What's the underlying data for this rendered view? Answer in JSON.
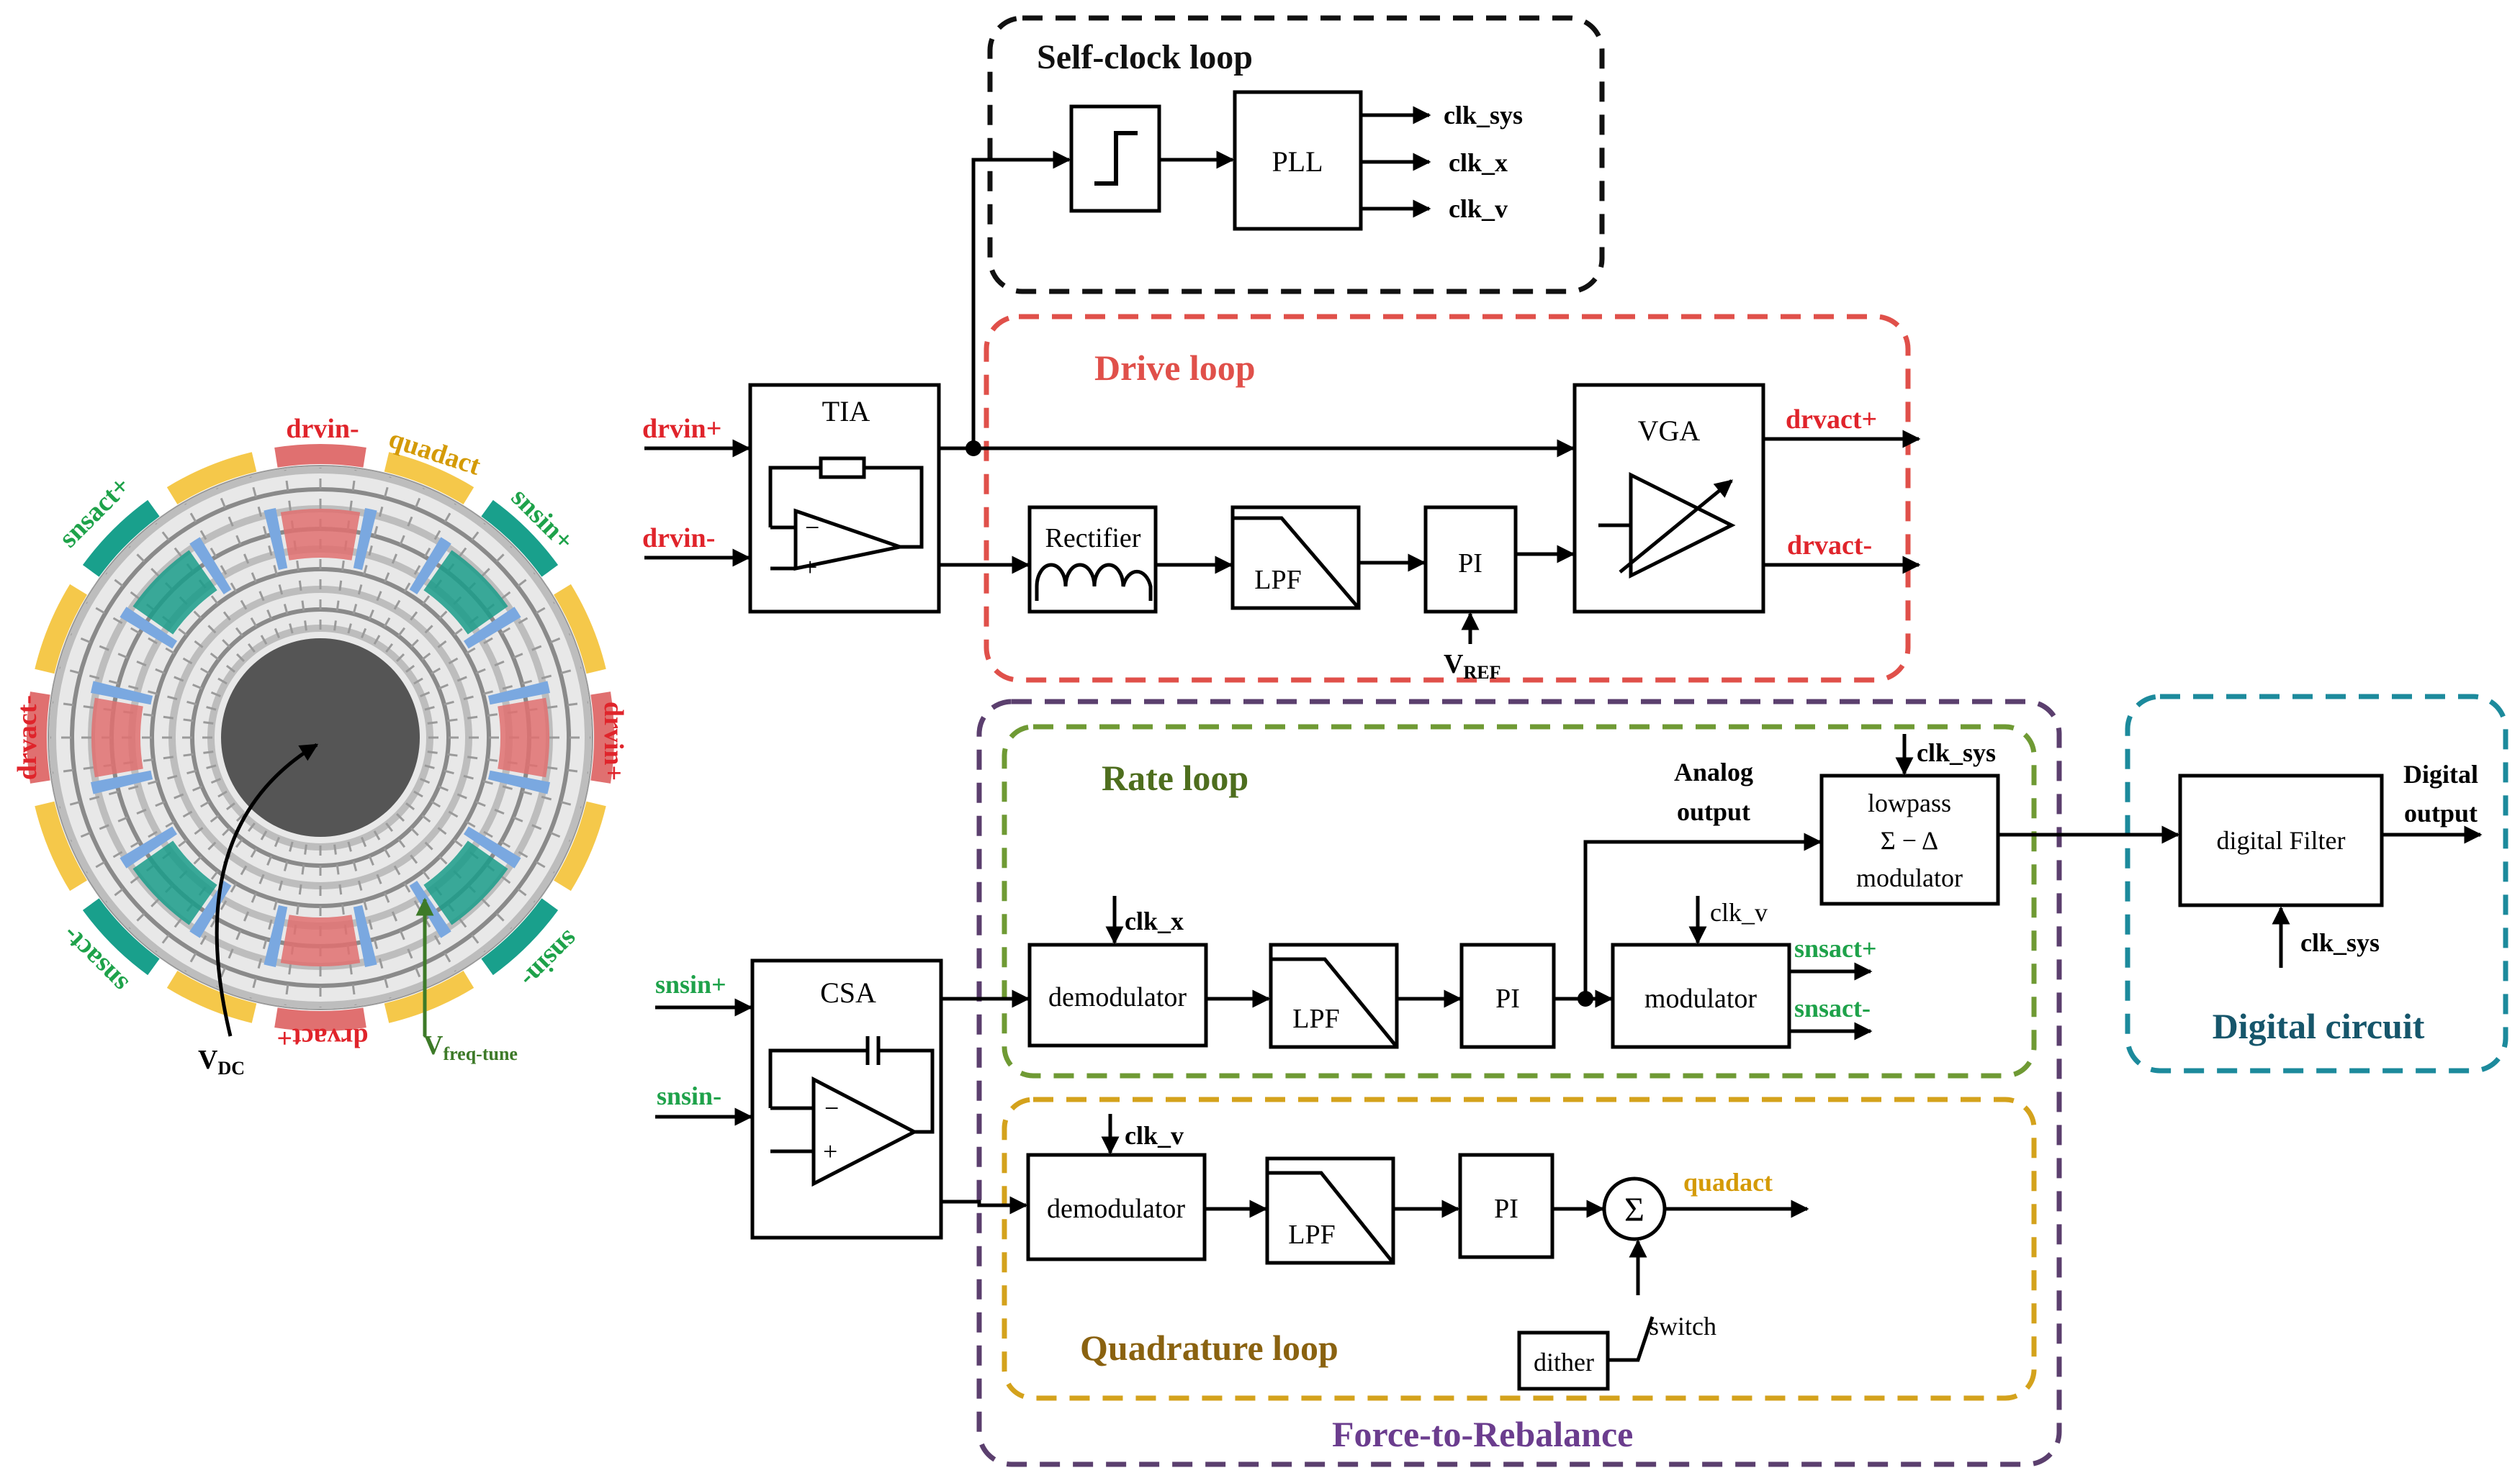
{
  "colors": {
    "drv": "#e0242b",
    "sns": "#1ea24a",
    "quad": "#d49a06",
    "rate_title": "#4e6e1e",
    "rate_box": "#6f9a34",
    "quad_box": "#d4a21c",
    "quad_title": "#8a6210",
    "ftr": "#6b3d8e",
    "ftr_box": "#5b3f6e",
    "digital": "#1c8a9c",
    "digital_title": "#16566b",
    "drive_box": "#e0504a",
    "vfreq": "#3d7a28"
  },
  "gyro": {
    "labels": {
      "drvin_top": "drvin-",
      "quadact": "quadact",
      "snsin_plus": "snsin+",
      "drvin_plus": "drvin+",
      "snsin_minus": "snsin-",
      "drvact_plus": "drvact+",
      "snsact_minus": "snsact-",
      "drvact_minus": "drvact-",
      "snsact_plus": "snsact+"
    },
    "vdc": {
      "main": "V",
      "sub": "DC"
    },
    "vfreq": {
      "main": "V",
      "sub": "freq-tune"
    }
  },
  "self_clock": {
    "title": "Self-clock loop",
    "pll": "PLL",
    "outputs": [
      "clk_sys",
      "clk_x",
      "clk_v"
    ]
  },
  "drive": {
    "title": "Drive loop",
    "tia": "TIA",
    "rectifier": "Rectifier",
    "lpf": "LPF",
    "pi": "PI",
    "vref": {
      "main": "V",
      "sub": "REF"
    },
    "vga": "VGA",
    "inputs": [
      "drvin+",
      "drvin-"
    ],
    "outputs": [
      "drvact+",
      "drvact-"
    ]
  },
  "rate": {
    "title": "Rate loop",
    "csa": "CSA",
    "inputs": [
      "snsin+",
      "snsin-"
    ],
    "clk_x": "clk_x",
    "demodulator": "demodulator",
    "lpf": "LPF",
    "pi": "PI",
    "clk_v": "clk_v",
    "modulator": "modulator",
    "outputs": [
      "snsact+",
      "snsact-"
    ],
    "analog_output": [
      "Analog",
      "output"
    ],
    "clk_sys": "clk_sys",
    "lowpass_lines": [
      "lowpass",
      "Σ − Δ",
      "modulator"
    ]
  },
  "quadrature": {
    "title": "Quadrature loop",
    "clk_v": "clk_v",
    "demodulator": "demodulator",
    "lpf": "LPF",
    "pi": "PI",
    "sum": "Σ",
    "output": "quadact",
    "switch": "switch",
    "dither": "dither"
  },
  "ftr": {
    "title": "Force-to-Rebalance"
  },
  "digital": {
    "title": "Digital circuit",
    "filter": "digital Filter",
    "output": [
      "Digital",
      "output"
    ],
    "clk_sys": "clk_sys"
  }
}
